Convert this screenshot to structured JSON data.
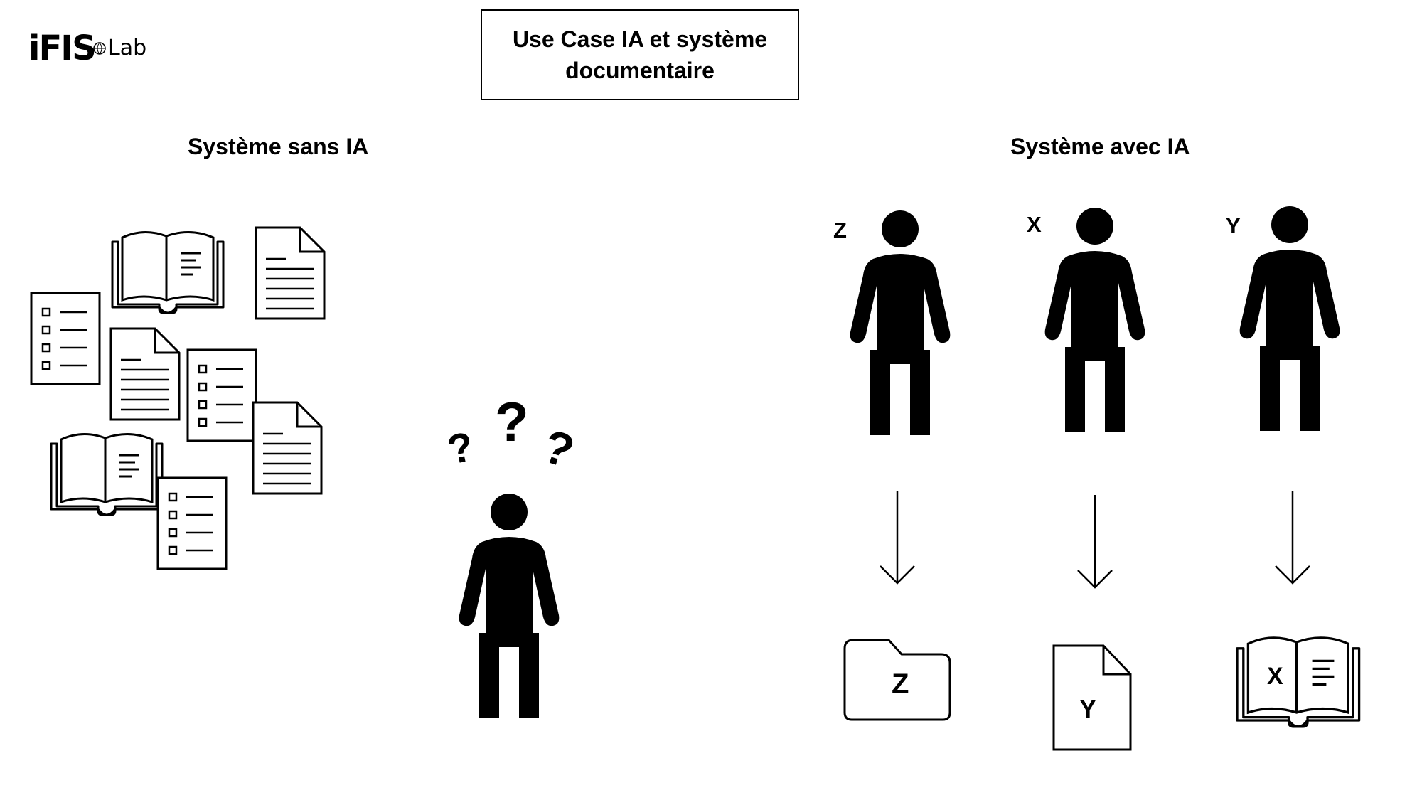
{
  "logo": {
    "brand": "iFIS",
    "suffix": "Lab"
  },
  "title": "Use Case IA et système documentaire",
  "sections": {
    "left": {
      "title": "Système sans IA"
    },
    "right": {
      "title": "Système avec IA"
    }
  },
  "persons": [
    {
      "label": "Z",
      "document": "Z",
      "document_type": "folder-icon"
    },
    {
      "label": "X",
      "document": "Y",
      "document_type": "file-icon"
    },
    {
      "label": "Y",
      "document": "X",
      "document_type": "book-icon"
    }
  ],
  "confused_user": {
    "symbols": [
      "?",
      "?",
      "?"
    ]
  },
  "colors": {
    "ink": "#000000",
    "background": "#ffffff"
  }
}
